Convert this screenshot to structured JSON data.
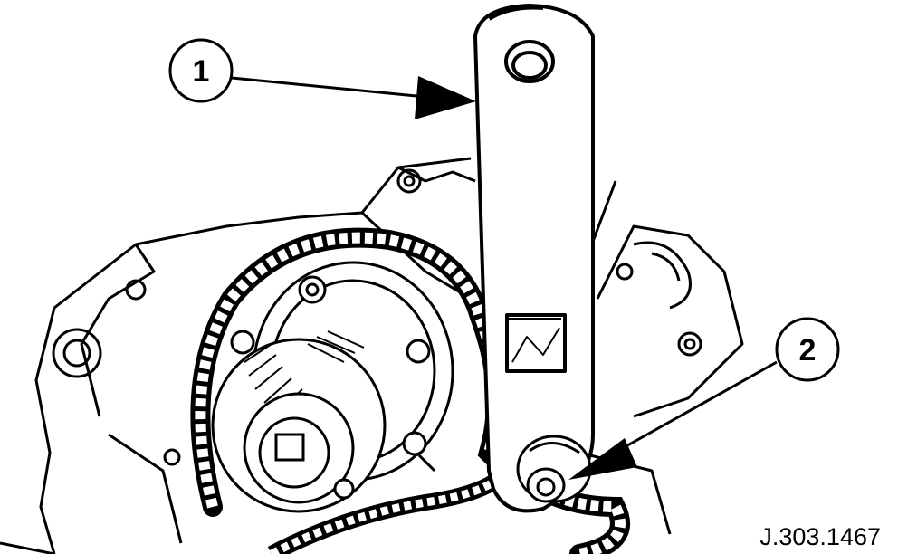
{
  "callouts": [
    {
      "label": "1"
    },
    {
      "label": "2"
    }
  ],
  "reference": "J.303.1467",
  "colors": {
    "ink": "#000000",
    "paper": "#ffffff"
  }
}
